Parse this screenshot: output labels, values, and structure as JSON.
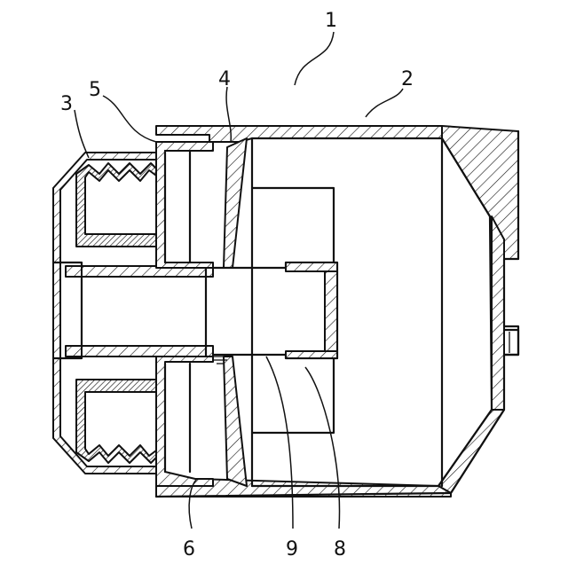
{
  "labels": {
    "l1": "1",
    "l2": "2",
    "l3": "3",
    "l4": "4",
    "l5": "5",
    "l6": "6",
    "l8": "8",
    "l9": "9"
  }
}
